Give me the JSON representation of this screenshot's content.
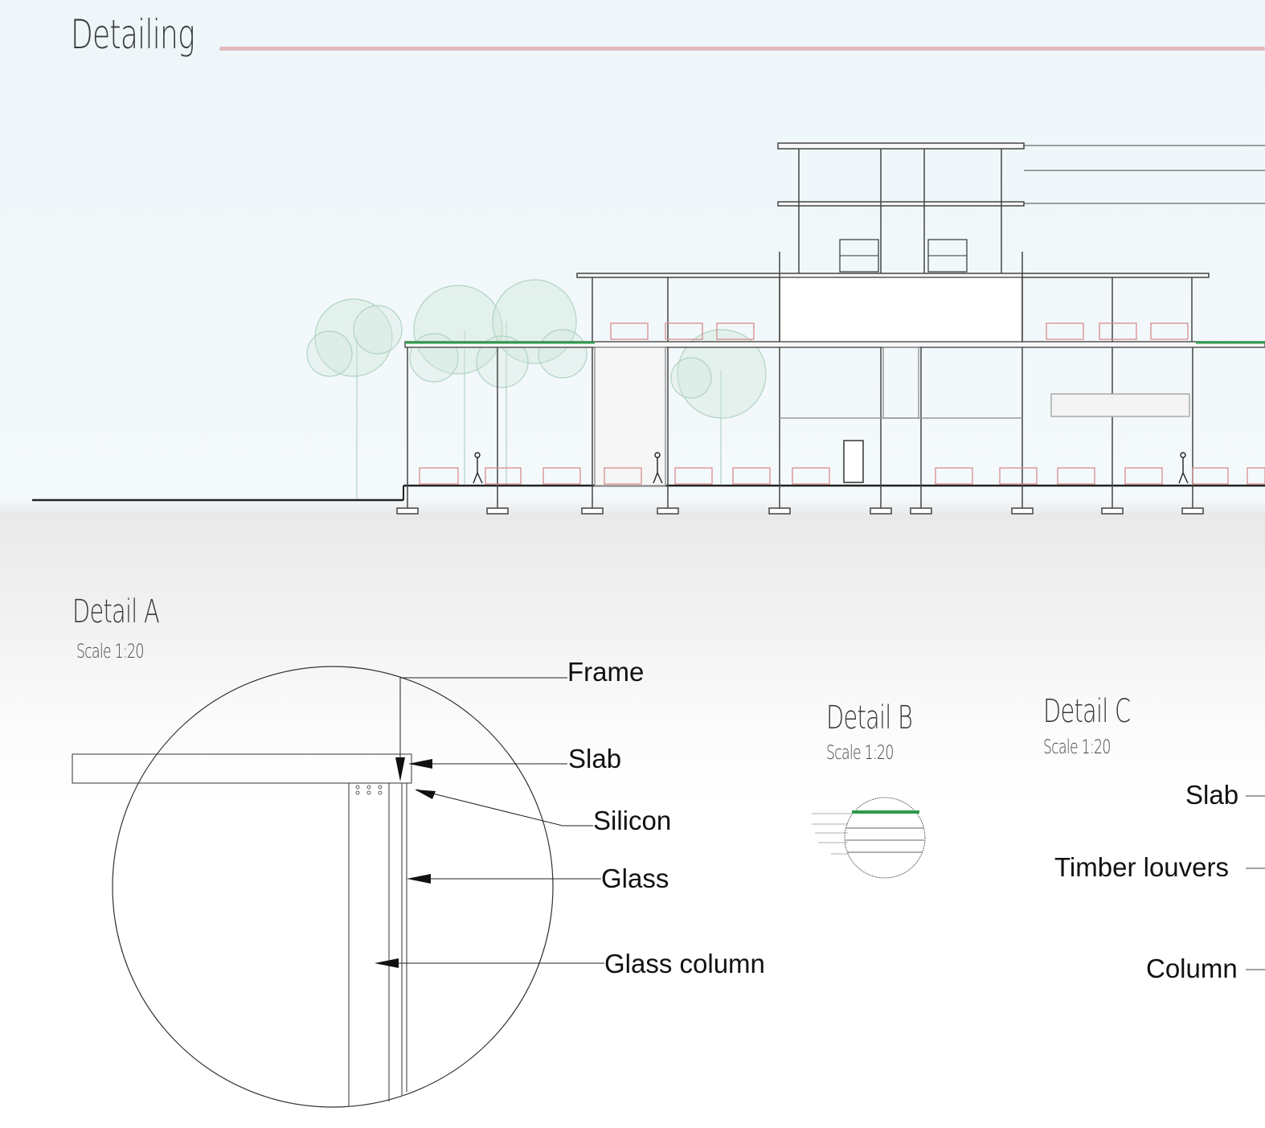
{
  "page": {
    "title": "Detailing",
    "accent_color": "#e2b9bd"
  },
  "details": [
    {
      "title": "Detail A",
      "scale": "Scale 1:20"
    },
    {
      "title": "Detail B",
      "scale": "Scale 1:20"
    },
    {
      "title": "Detail C",
      "scale": "Scale 1:20"
    }
  ],
  "detail_a_labels": {
    "frame": "Frame",
    "slab": "Slab",
    "silicon": "Silicon",
    "glass": "Glass",
    "glass_column": "Glass column"
  },
  "detail_c_labels": {
    "slab": "Slab",
    "timber_louvers": "Timber louvers",
    "column": "Column"
  },
  "colors": {
    "tree": "#a9cfbc",
    "furniture": "#d98d8d",
    "green_roof": "#2e9a4a",
    "line": "#555555"
  }
}
